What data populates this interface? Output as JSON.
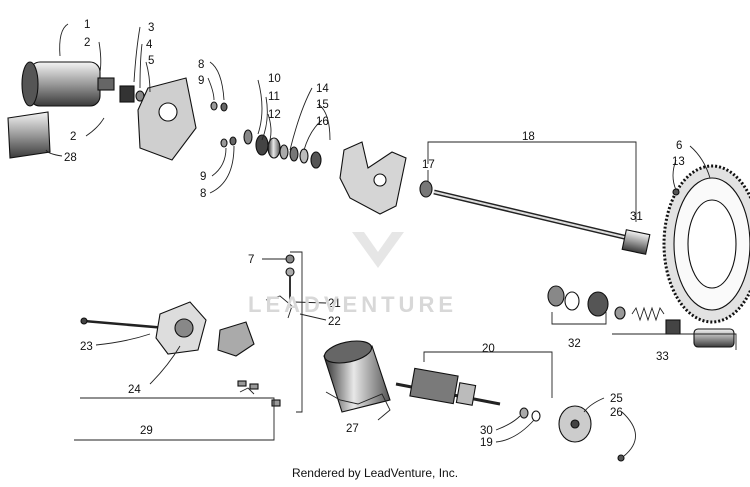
{
  "diagram": {
    "labels": [
      "1",
      "2",
      "3",
      "4",
      "5",
      "2",
      "28",
      "8",
      "9",
      "10",
      "11",
      "12",
      "14",
      "15",
      "16",
      "9",
      "8",
      "17",
      "18",
      "31",
      "6",
      "13",
      "7",
      "21",
      "22",
      "23",
      "24",
      "29",
      "27",
      "20",
      "30",
      "19",
      "32",
      "33",
      "25",
      "26"
    ]
  },
  "watermark": "LEADVENTURE",
  "footer": "Rendered by LeadVenture, Inc."
}
